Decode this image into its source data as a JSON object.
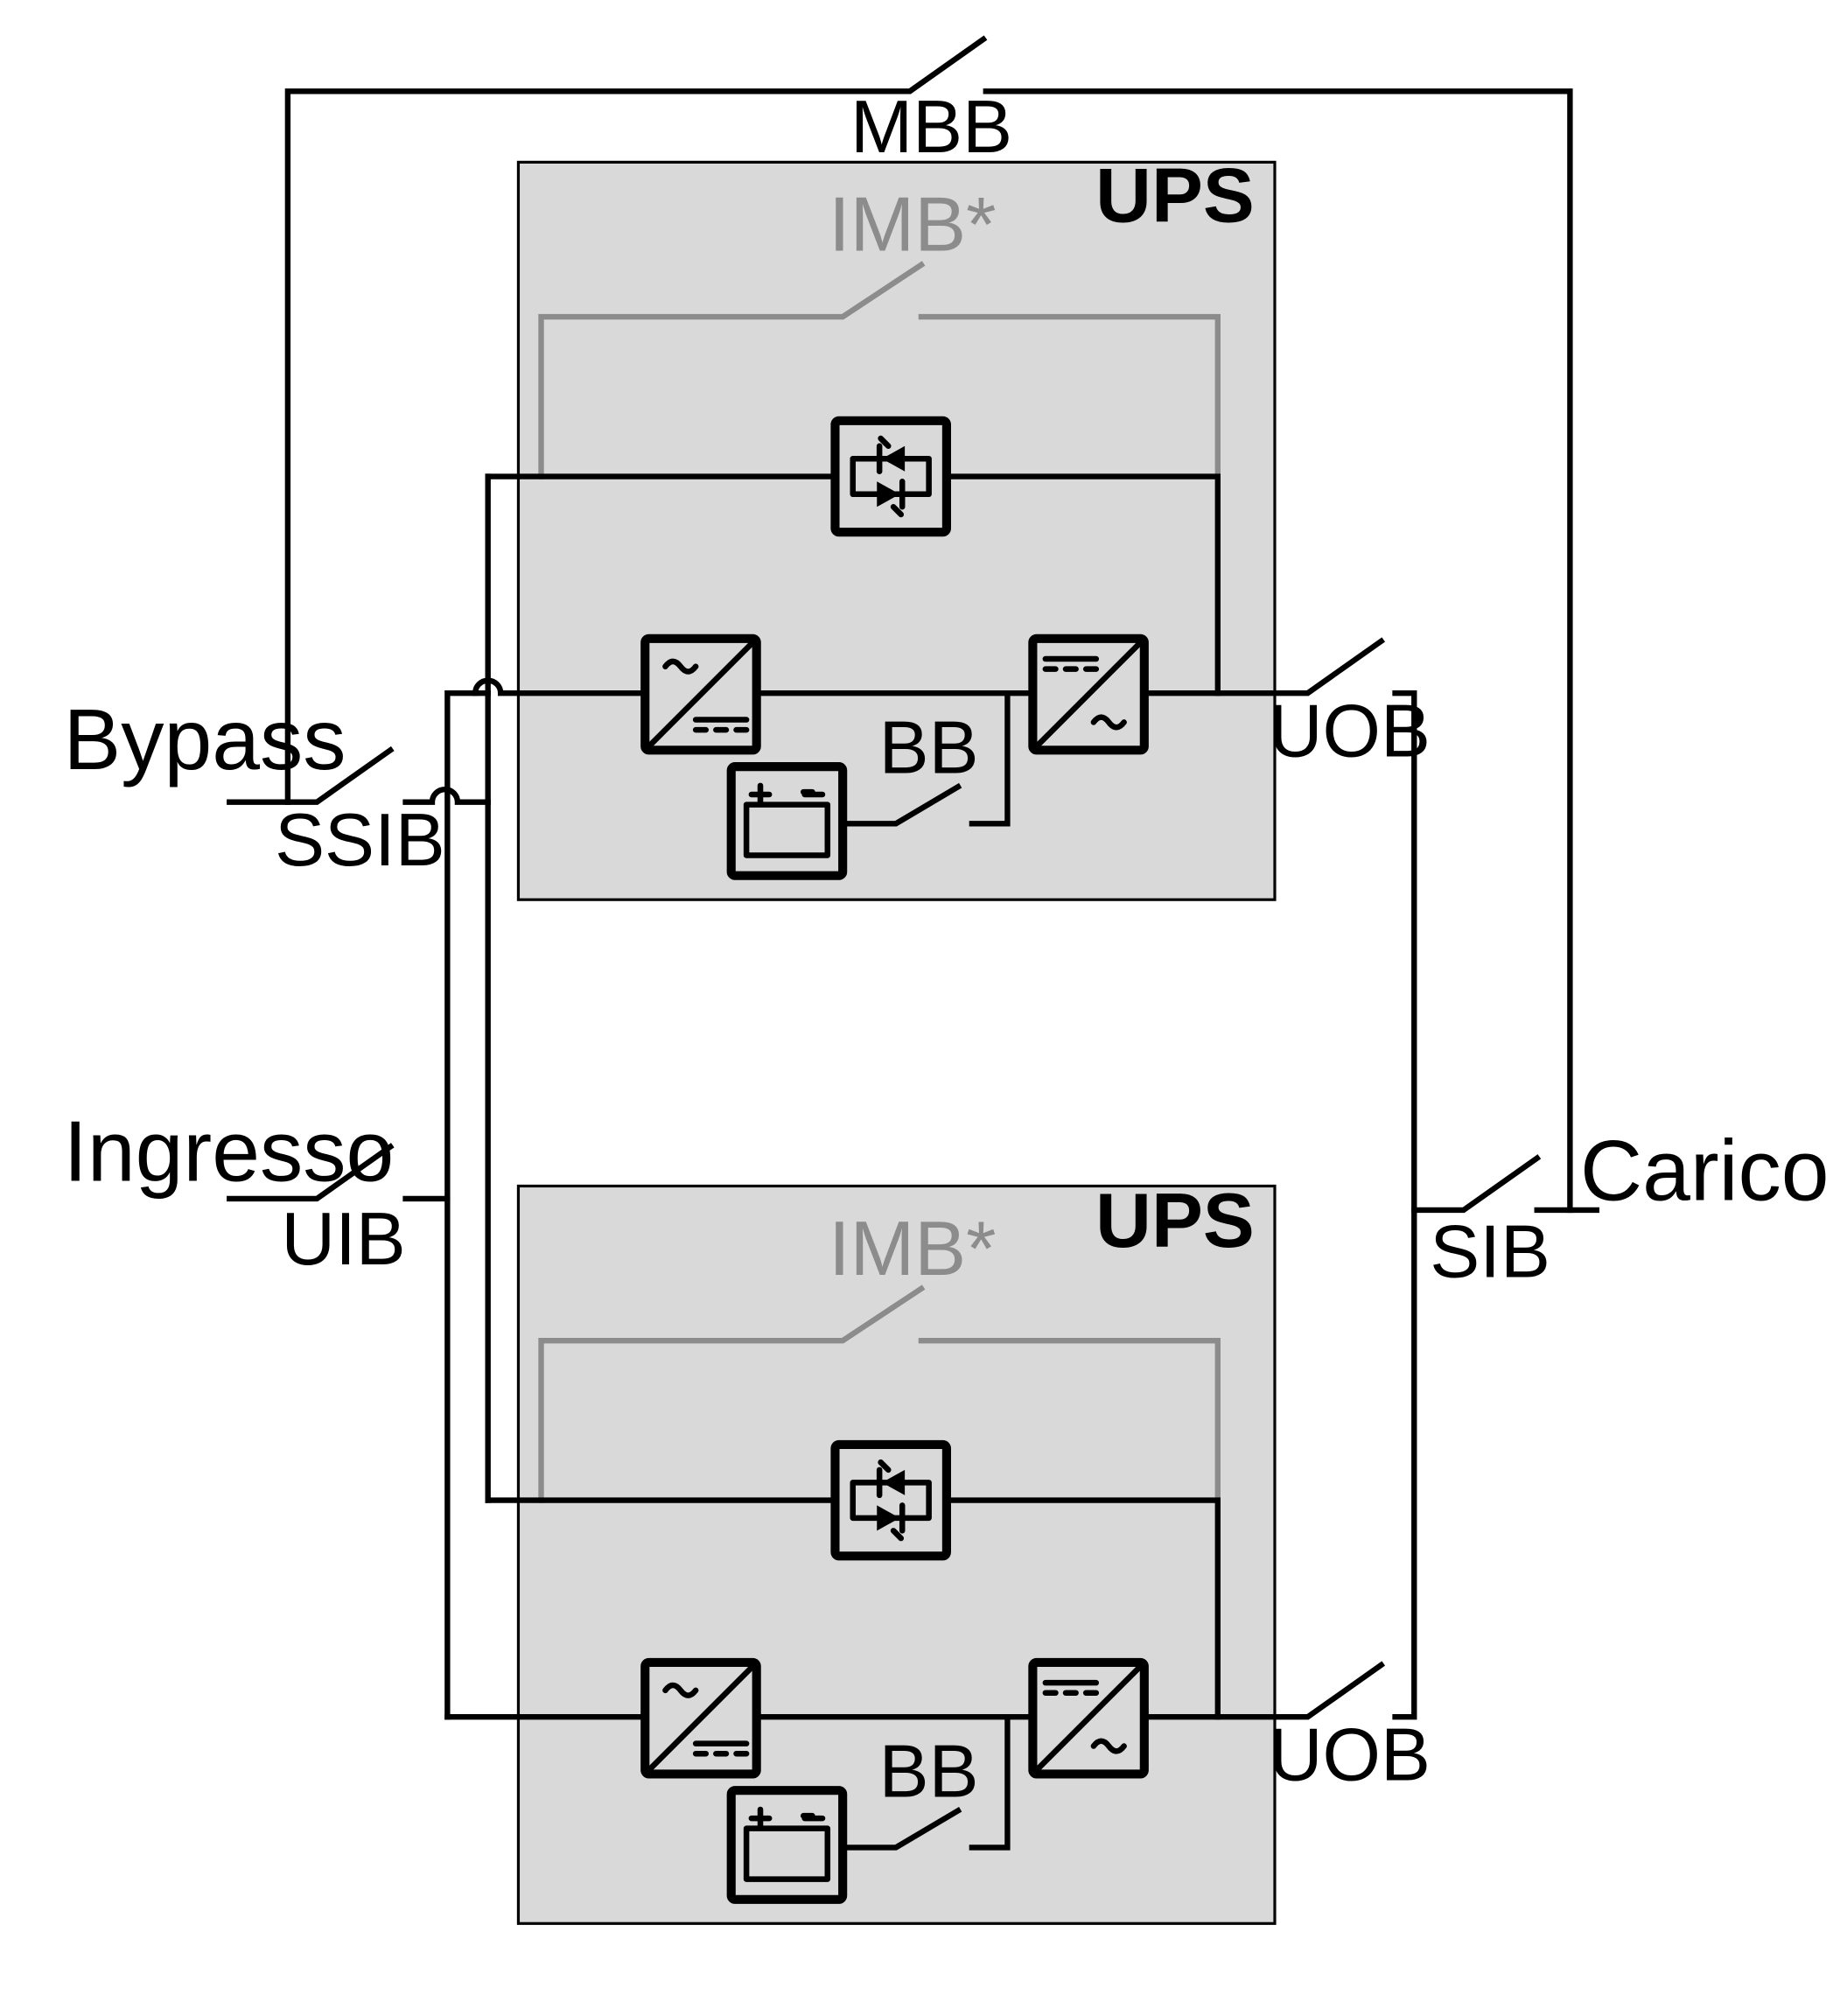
{
  "labels": {
    "mbb": "MBB",
    "bypass": "Bypass",
    "ssib": "SSIB",
    "ingresso": "Ingresso",
    "uib": "UIB",
    "carico": "Carico",
    "sib": "SIB"
  },
  "ups_units": [
    {
      "title": "UPS",
      "imb": "IMB*",
      "bb": "BB",
      "uob": "UOB"
    },
    {
      "title": "UPS",
      "imb": "IMB*",
      "bb": "BB",
      "uob": "UOB"
    }
  ]
}
